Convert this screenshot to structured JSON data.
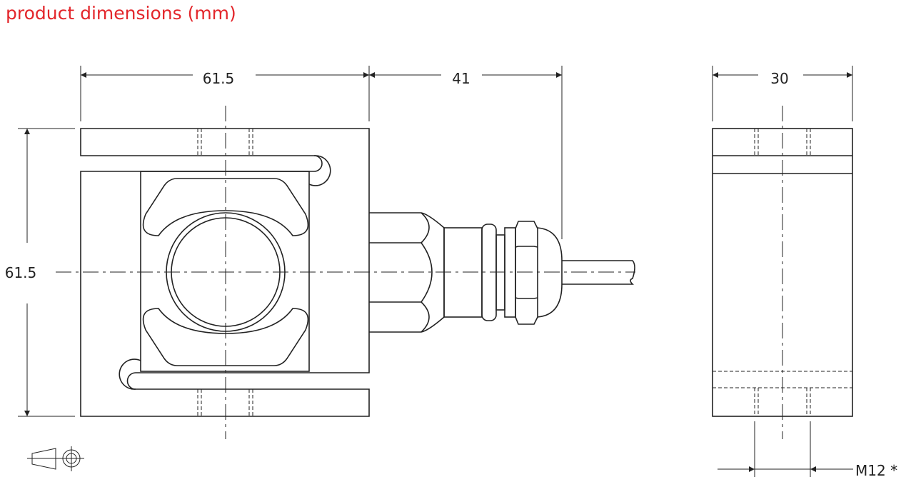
{
  "title": "product dimensions (mm)",
  "dimensions": {
    "front_width": "61.5",
    "cable_length": "41",
    "front_height": "61.5",
    "side_width": "30",
    "thread": "M12 *"
  },
  "colors": {
    "title": "#e3262b",
    "line": "#222222"
  }
}
